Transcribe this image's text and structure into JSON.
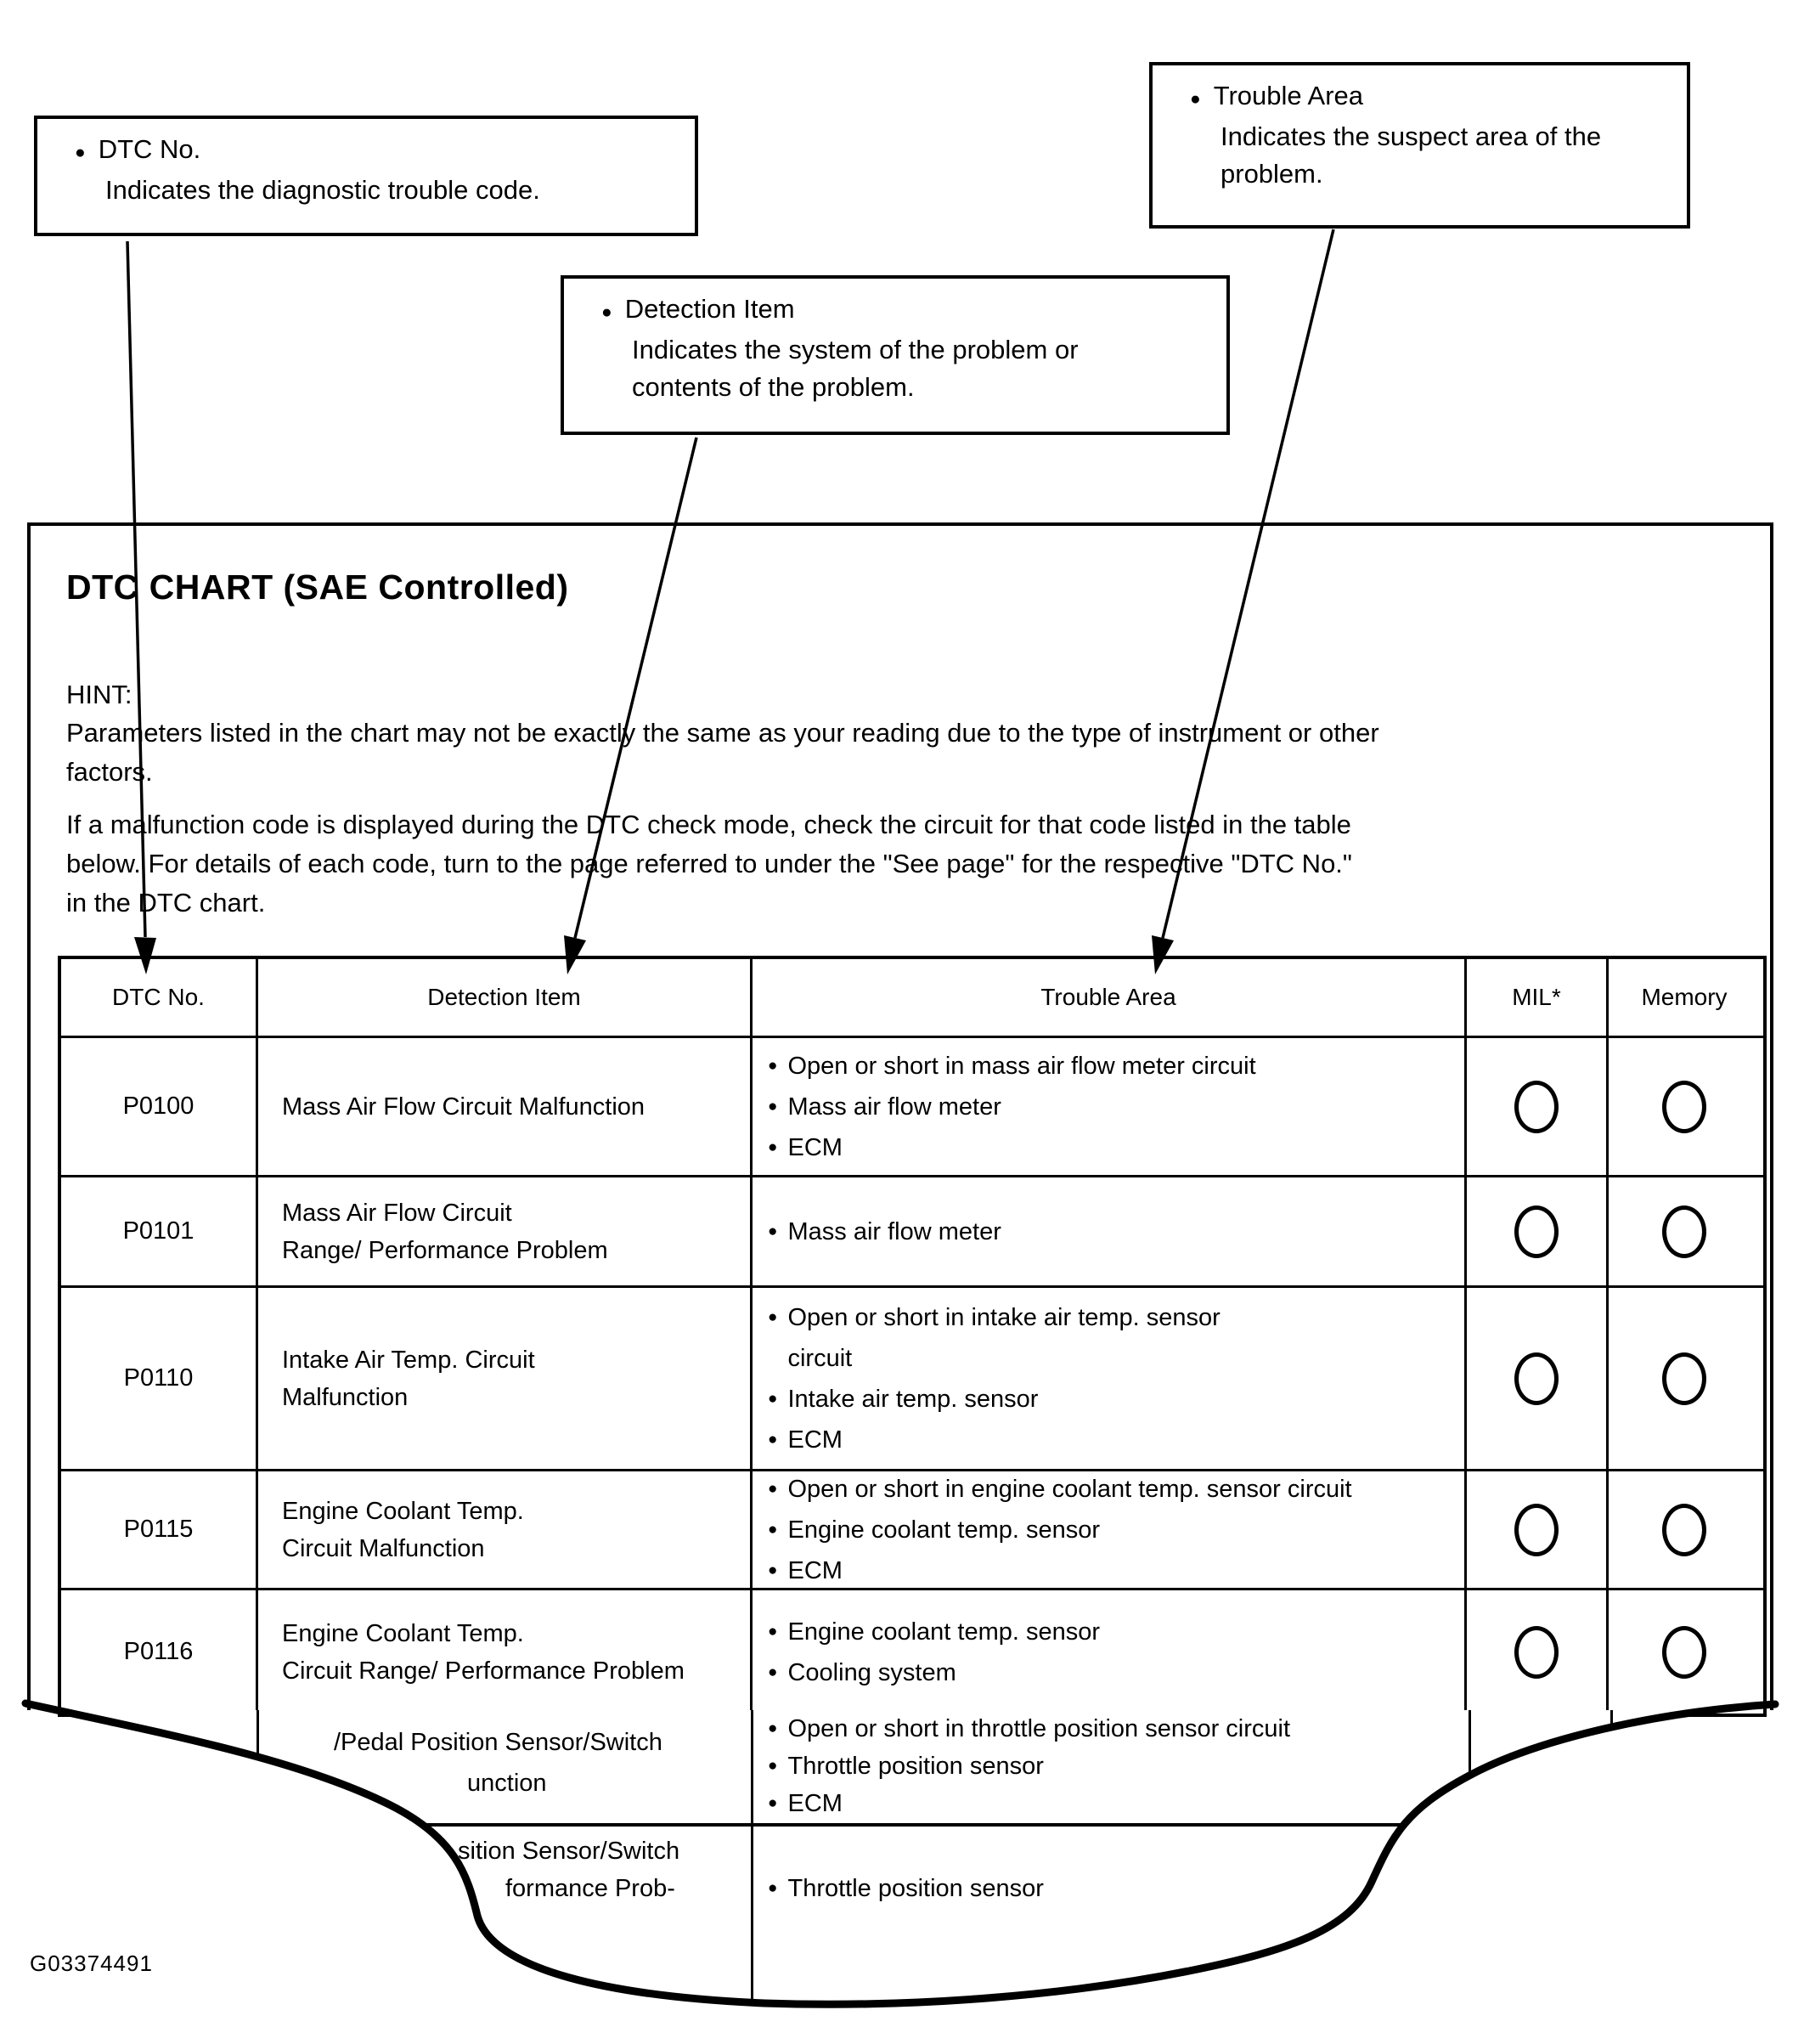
{
  "ui": {
    "bullet": "●"
  },
  "callouts": [
    {
      "title": "DTC No.",
      "desc": "Indicates the diagnostic trouble code."
    },
    {
      "title": "Detection Item",
      "desc": "Indicates the system of the problem or\ncontents of the problem."
    },
    {
      "title": "Trouble Area",
      "desc": "Indicates the suspect area of the\nproblem."
    }
  ],
  "panel": {
    "title": "DTC CHART (SAE Controlled)",
    "hint_label": "HINT:",
    "hint_text": "Parameters listed in the chart may not be exactly the same as your reading due to the type of instrument or other\nfactors.",
    "intro_text": "If a malfunction code is displayed during the DTC check mode, check the circuit for that code listed in the table\nbelow. For details of each code, turn to the page referred to under the \"See page\" for the respective \"DTC No.\"\nin the DTC chart."
  },
  "table": {
    "headers": [
      "DTC No.",
      "Detection Item",
      "Trouble Area",
      "MIL*",
      "Memory"
    ],
    "rows": [
      {
        "dtc": "P0100",
        "detection": "Mass Air Flow Circuit Malfunction",
        "trouble": [
          "Open or short in mass air flow meter circuit",
          "Mass air flow meter",
          "ECM"
        ],
        "mil": "circle",
        "memory": "circle"
      },
      {
        "dtc": "P0101",
        "detection": "Mass Air Flow Circuit\nRange/ Performance Problem",
        "trouble": [
          "Mass air flow meter"
        ],
        "mil": "circle",
        "memory": "circle"
      },
      {
        "dtc": "P0110",
        "detection": "Intake Air Temp. Circuit\nMalfunction",
        "trouble": [
          "Open or short in intake air temp. sensor\ncircuit",
          "Intake air temp. sensor",
          "ECM"
        ],
        "mil": "circle",
        "memory": "circle"
      },
      {
        "dtc": "P0115",
        "detection": "Engine Coolant Temp.\nCircuit Malfunction",
        "trouble": [
          "Open or short in engine coolant temp. sensor circuit",
          "Engine coolant temp. sensor",
          "ECM"
        ],
        "mil": "circle",
        "memory": "circle"
      },
      {
        "dtc": "P0116",
        "detection": "Engine Coolant Temp.\nCircuit Range/ Performance Problem",
        "trouble": [
          "Engine coolant temp. sensor",
          "Cooling system"
        ],
        "mil": "circle",
        "memory": "circle"
      }
    ],
    "torn_rows": [
      {
        "detection_fragments": [
          "/Pedal Position Sensor/Switch",
          "unction"
        ],
        "trouble": [
          "Open or short in throttle position sensor circuit",
          "Throttle position sensor",
          "ECM"
        ]
      },
      {
        "detection_fragments": [
          "sition Sensor/Switch",
          "formance Prob-"
        ],
        "trouble": [
          "Throttle position sensor"
        ]
      }
    ]
  },
  "figure_id": "G03374491"
}
